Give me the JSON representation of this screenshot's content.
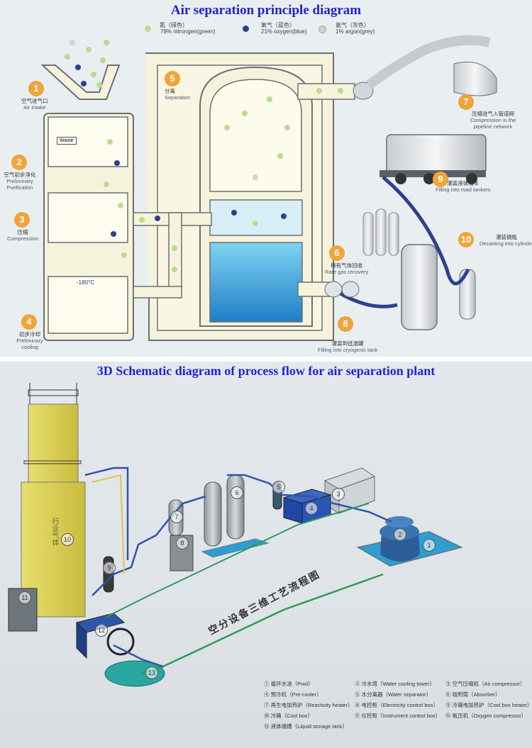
{
  "top_panel": {
    "title": "Air separation principle diagram",
    "legend": [
      {
        "cn": "氮（绿色）",
        "en": "78% nitrongen(green)",
        "color": "#b9dc8e"
      },
      {
        "cn": "氧气（蓝色）",
        "en": "21% oxygen(blue)",
        "color": "#2d3f8f"
      },
      {
        "cn": "氩气（灰色）",
        "en": "1% argon(grey)",
        "color": "#cfd2d4"
      }
    ],
    "steps": [
      {
        "n": "1",
        "cn": "空气进气口",
        "en": "Air intake"
      },
      {
        "n": "2",
        "cn": "空气初步净化",
        "en": "Preliminary Purification"
      },
      {
        "n": "3",
        "cn": "压缩",
        "en": "Compression"
      },
      {
        "n": "4",
        "cn": "初步冷却",
        "en": "Preliminary cooling"
      },
      {
        "n": "5",
        "cn": "分离",
        "en": "Separation"
      },
      {
        "n": "6",
        "cn": "稀有气体回收",
        "en": "Rare gas recovery"
      },
      {
        "n": "7",
        "cn": "压缩进气入管道网",
        "en": "Compression in the pipeline network"
      },
      {
        "n": "8",
        "cn": "灌装到低温罐",
        "en": "Filling into cryogenic tank"
      },
      {
        "n": "9",
        "cn": "灌装液体槽车",
        "en": "Filling into road tankers"
      },
      {
        "n": "10",
        "cn": "灌装钢瓶",
        "en": "Decanting into cylinder"
      }
    ],
    "waste_label": "Waste",
    "temp_label": "-180°C"
  },
  "bottom_panel": {
    "title": "3D Schematic diagram of process flow for air separation plant",
    "vertical_text": "空分设备三维工艺流程图",
    "tower_text": "行业气体",
    "equipment_numbers": [
      "1",
      "2",
      "3",
      "4",
      "5",
      "6",
      "7",
      "8",
      "9",
      "10",
      "11",
      "12",
      "13"
    ],
    "key": [
      "① 循环水池（Pool）",
      "② 冷水塔（Water cooling tower）",
      "③ 空气压缩机（Air compressor）",
      "④ 预冷机（Pre-cooler）",
      "⑤ 水分离器（Water separator）",
      "⑥ 吸附筒（Absorber）",
      "⑦ 再生电加热炉（Reactivity heater）",
      "⑧ 电控柜（Electricity control box）",
      "⑨ 冷箱电加热炉（Cool box heater）",
      "⑩ 冷箱（Cool box）",
      "⑪ 仪控柜（Instrument control box）",
      "⑫ 氧压机（Oxygen compressor）",
      "⑬ 液体储槽（Liquid storage tank）"
    ]
  }
}
